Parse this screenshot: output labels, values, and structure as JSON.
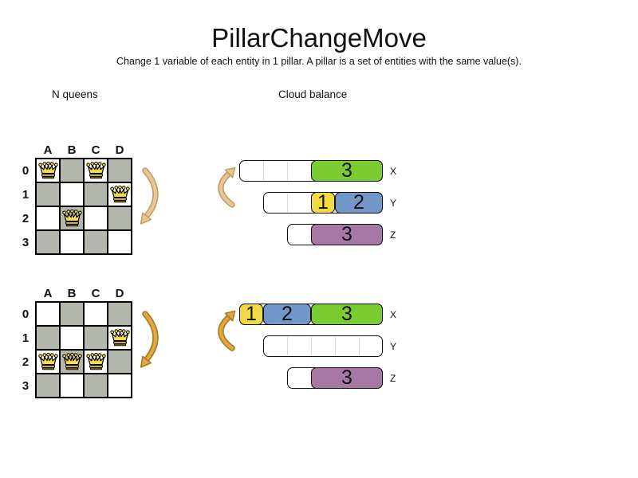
{
  "title": "PillarChangeMove",
  "subtitle": "Change 1 variable of each entity in 1 pillar. A pillar is a set of entities with the same value(s).",
  "sections": {
    "nqueens_label": "N queens",
    "cloud_label": "Cloud balance"
  },
  "nqueens": {
    "column_headers": [
      "A",
      "B",
      "C",
      "D"
    ],
    "row_labels": [
      "0",
      "1",
      "2",
      "3"
    ],
    "before_queens": [
      {
        "row": 0,
        "col": 0
      },
      {
        "row": 0,
        "col": 2
      },
      {
        "row": 1,
        "col": 3
      },
      {
        "row": 2,
        "col": 1
      }
    ],
    "after_queens": [
      {
        "row": 1,
        "col": 3
      },
      {
        "row": 2,
        "col": 0
      },
      {
        "row": 2,
        "col": 1
      },
      {
        "row": 2,
        "col": 2
      }
    ]
  },
  "cloud": {
    "before_bars": [
      {
        "computer": "X",
        "capacity": 6,
        "blocks": [
          {
            "label": "3",
            "size": 3,
            "color": "green"
          }
        ]
      },
      {
        "computer": "Y",
        "capacity": 5,
        "blocks": [
          {
            "label": "1",
            "size": 1,
            "color": "yellow"
          },
          {
            "label": "2",
            "size": 2,
            "color": "blue"
          }
        ]
      },
      {
        "computer": "Z",
        "capacity": 4,
        "blocks": [
          {
            "label": "3",
            "size": 3,
            "color": "purple"
          }
        ]
      }
    ],
    "after_bars": [
      {
        "computer": "X",
        "capacity": 6,
        "blocks": [
          {
            "label": "1",
            "size": 1,
            "color": "yellow"
          },
          {
            "label": "2",
            "size": 2,
            "color": "blue"
          },
          {
            "label": "3",
            "size": 3,
            "color": "green"
          }
        ]
      },
      {
        "computer": "Y",
        "capacity": 5,
        "blocks": []
      },
      {
        "computer": "Z",
        "capacity": 4,
        "blocks": [
          {
            "label": "3",
            "size": 3,
            "color": "purple"
          }
        ]
      }
    ]
  },
  "colors": {
    "board_gray": "#b4b7ae",
    "block_green": "#7bcb33",
    "block_yellow": "#f2da45",
    "block_blue": "#7296c8",
    "block_purple": "#a878a4",
    "queen_gold": "#f7de41",
    "arrow_before_fill": "#e6c795",
    "arrow_before_outline": "#c49e66",
    "arrow_after_fill": "#e0a74a",
    "arrow_after_outline": "#aa7a1a"
  }
}
